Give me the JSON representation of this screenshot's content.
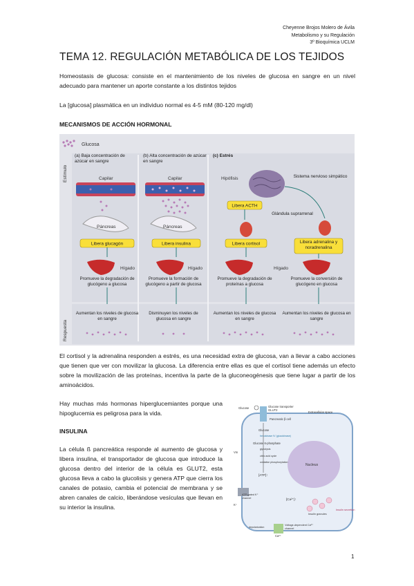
{
  "header": {
    "line1": "Cheyenne Brojos Molero de Ávila",
    "line2": "Metabolismo y su Regulación",
    "line3": "3º Bioquímica UCLM"
  },
  "title": "TEMA 12. REGULACIÓN METABÓLICA DE LOS TEJIDOS",
  "p_homeostasis": "Homeostasis de glucosa: consiste en el mantenimiento de los niveles de glucosa en sangre en un nivel adecuado para mantener un aporte constante a los distintos tejidos",
  "p_glucosa": "La [glucosa] plasmática en un individuo normal es 4-5 mM (80-120 mg/dl)",
  "h_mecanismos": "MECANISMOS DE ACCIÓN HORMONAL",
  "figure1": {
    "legend": "Glucosa",
    "stimulus": "Estímulo",
    "response": "Respuesta",
    "col_a": "(a) Baja concentración de azúcar en sangre",
    "col_b": "(b) Alta concentración de azúcar en sangre",
    "col_c": "(c) Estrés",
    "capilar": "Capilar",
    "pancreas": "Páncreas",
    "hipofisis": "Hipófisis",
    "sistema": "Sistema nervioso simpático",
    "glandula": "Glándula suprarrenal",
    "libera_acth": "Libera ACTH",
    "libera_glucagon": "Libera glucagón",
    "libera_insulina": "Libera insulina",
    "libera_cortisol": "Libera cortisol",
    "libera_adrenalina": "Libera adrenalina y noradrenalina",
    "higado": "Hígado",
    "promueve_a": "Promueve la degradación de glucógeno a glucosa",
    "promueve_b": "Promueve la formación de glucógeno a partir de glucosa",
    "promueve_c1": "Promueve la degradación de proteínas a glucosa",
    "promueve_c2": "Promueve la conversión de glucógeno en glucosa",
    "resp_a": "Aumentan los niveles de glucosa en sangre",
    "resp_b": "Disminuyen los niveles de glucosa en sangre",
    "resp_c1": "Aumentan los niveles de glucosa en sangre",
    "resp_c2": "Aumentan los niveles de glucosa en sangre",
    "colors": {
      "yellow": "#f9df3a",
      "liver": "#c62b2b",
      "dots": "#b77bb6",
      "panel": "#e3e4ea"
    }
  },
  "p_cortisol": "El cortisol y la adrenalina responden a estrés, es una necesidad extra de glucosa, van a llevar a cabo acciones que tienen que ver con movilizar la glucosa. La diferencia entre ellas es que el cortisol tiene además un efecto sobre la movilización de las proteínas, incentiva la parte de la gluconeogénesis que tiene lugar a partir de los aminoácidos.",
  "p_hormonas": "Hay muchas más hormonas hiperglucemiantes porque una hipoglucemia es peligrosa para la vida.",
  "h_insulina": "INSULINA",
  "p_celula": "La célula ß pancreática responde al aumento de glucosa y libera insulina, el transportador de glucosa que introduce la glucosa dentro del interior de la célula es GLUT2, esta glucosa lleva a cabo la glucolisis y genera ATP que cierra los canales de potasio, cambia el potencial de membrana y se abren canales de calcio, liberándose vesículas que llevan en su interior la insulina.",
  "figure2": {
    "glucose": "Glucose",
    "transporter": "Glucose transporter GLUT2",
    "extracellular": "Extracellular space",
    "beta_cell": "Pancreatic β cell",
    "glucose_in": "Glucose",
    "hexokinase": "hexokinase IV (glucokinase)",
    "g6p": "Glucose 6-phosphate",
    "glycolysis": "glycolysis",
    "citric": "citric acid cycle",
    "oxphos": "oxidative phosphorylation",
    "atp": "[ATP]↑",
    "nucleus": "Nucleus",
    "k_plus": "K⁺",
    "atp_gated": "ATP-gated K⁺ channel",
    "ca": "[Ca²⁺]↑",
    "granules": "Insulin granules",
    "insulin_sec": "Insulin secretion",
    "vm": "Vm",
    "depolarization": "depolarization",
    "voltage": "Voltage-dependent Ca²⁺ channel",
    "ca_out": "Ca²⁺"
  },
  "page_number": "1"
}
